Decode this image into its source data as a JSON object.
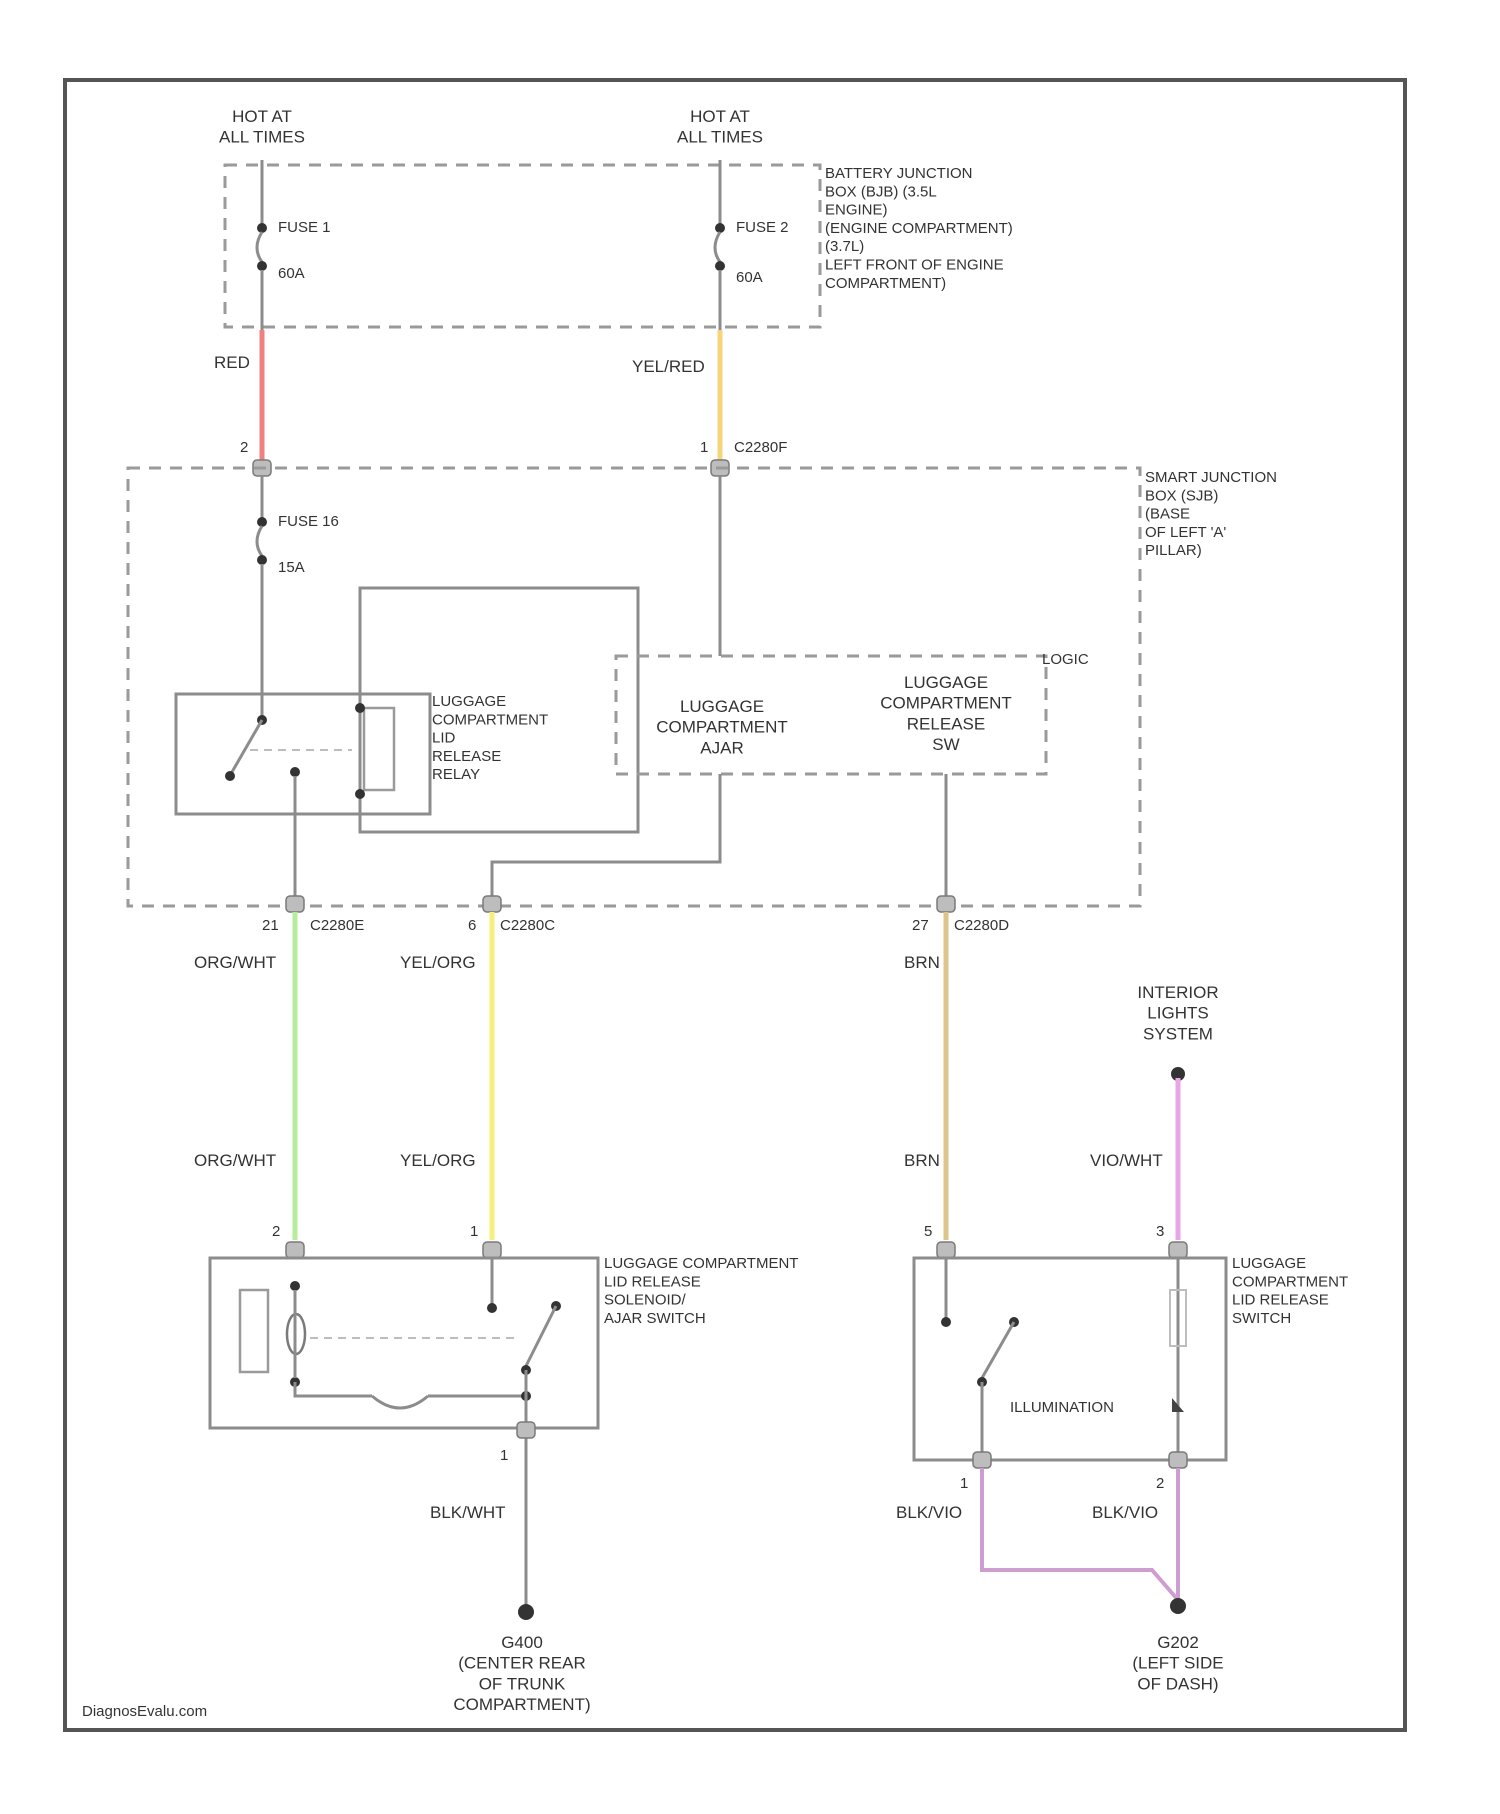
{
  "sources": {
    "left": "HOT AT\nALL TIMES",
    "right": "HOT AT\nALL TIMES"
  },
  "fuses": {
    "fuse1_name": "FUSE 1",
    "fuse1_rating": "60A",
    "fuse2_name": "FUSE 2",
    "fuse2_rating": "60A",
    "fuse16_name": "FUSE 16",
    "fuse16_rating": "15A"
  },
  "battery_junction": "BATTERY JUNCTION\nBOX (BJB) (3.5L\nENGINE)\n(ENGINE COMPARTMENT)\n(3.7L)\nLEFT FRONT OF ENGINE\nCOMPARTMENT)",
  "smart_junction": "SMART JUNCTION\nBOX (SJB)\n(BASE\nOF LEFT 'A'\nPILLAR)",
  "relay_label": "LUGGAGE\nCOMPARTMENT\nLID\nRELEASE\nRELAY",
  "logic": {
    "tag": "LOGIC",
    "ajar": "LUGGAGE\nCOMPARTMENT\nAJAR",
    "release_sw": "LUGGAGE\nCOMPARTMENT\nRELEASE\nSW"
  },
  "connectors": {
    "c2280f": "C2280F",
    "c2280e": "C2280E",
    "c2280c": "C2280C",
    "c2280d": "C2280D",
    "pin_left_top": "2",
    "pin_right_top": "1",
    "pin_orgwht": "21",
    "pin_yelorg": "6",
    "pin_brn": "27"
  },
  "wires": {
    "red": "RED",
    "yelred": "YEL/RED",
    "orgwht": "ORG/WHT",
    "yelorg": "YEL/ORG",
    "brn": "BRN",
    "viowht": "VIO/WHT",
    "blkwht": "BLK/WHT",
    "blkvio": "BLK/VIO"
  },
  "interior_lights": "INTERIOR\nLIGHTS\nSYSTEM",
  "solenoid": {
    "label": "LUGGAGE COMPARTMENT\nLID RELEASE\nSOLENOID/\nAJAR SWITCH",
    "pin_a": "2",
    "pin_b": "1",
    "pin_gnd": "1"
  },
  "release_switch": {
    "label": "LUGGAGE\nCOMPARTMENT\nLID RELEASE\nSWITCH",
    "illumination": "ILLUMINATION",
    "pin_a": "5",
    "pin_b": "3",
    "pin_c": "1",
    "pin_d": "2"
  },
  "grounds": {
    "g400": "G400\n(CENTER REAR\nOF TRUNK\nCOMPARTMENT)",
    "g202": "G202\n(LEFT SIDE\nOF DASH)"
  },
  "watermark": "DiagnosEvalu.com",
  "colors": {
    "red": "#f08080",
    "yelred": "#f5d47a",
    "orgwht": "#b6ec9e",
    "yelorg": "#f6ef7c",
    "brn": "#dcc48a",
    "viowht": "#e8a6e6",
    "blkvio": "#cf9ed0"
  }
}
